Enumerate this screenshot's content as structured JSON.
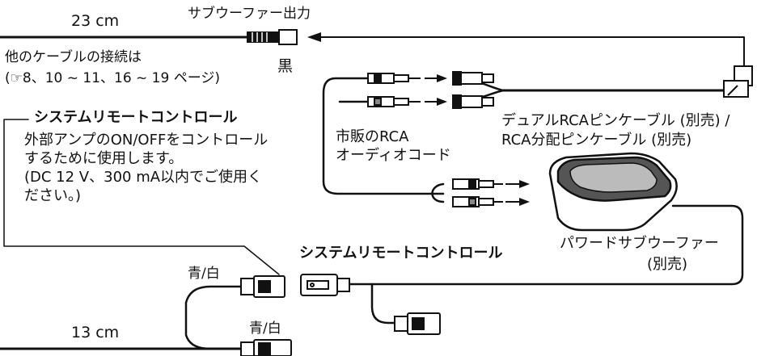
{
  "labels": {
    "cable_23cm": "23 cm",
    "subwoofer_out": "サブウーファー出力",
    "black": "黒",
    "other_cables": "他のケーブルの接続は",
    "page_ref": "(☞8、10 ~ 11、16 ~ 19 ページ)",
    "system_remote_title": "システムリモートコントロール",
    "system_remote_desc": [
      "外部アンプのON/OFFをコントロール",
      "するために使用します。",
      "(DC 12 V、300 mA以内でご使用く",
      "ださい。)"
    ],
    "dual_rca_cable": "デュアルRCAピンケーブル (別売) /",
    "rca_split_cable": "RCA分配ピンケーブル (別売)",
    "commercial_rca": [
      "市販のRCA",
      "オーディオコード"
    ],
    "powered_subwoofer": "パワードサブウーファー",
    "optional": "(別売)",
    "system_remote_control": "システムリモートコントロール",
    "blue_white_1": "青/白",
    "blue_white_2": "青/白",
    "cable_13cm": "13 cm"
  }
}
